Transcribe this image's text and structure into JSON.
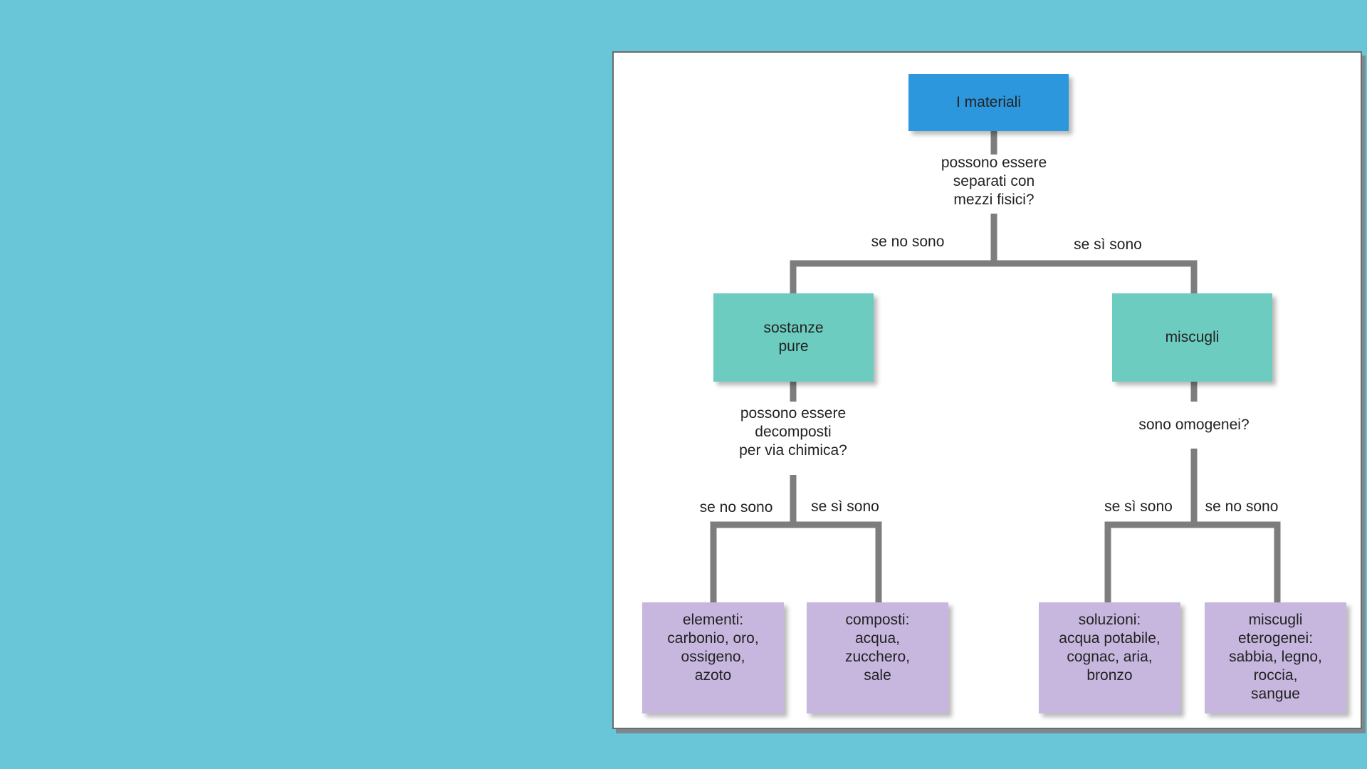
{
  "diagram": {
    "root": {
      "label": "I materiali"
    },
    "question_1": "possono essere\nseparati con\nmezzi fisici?",
    "branch_left_1": "se no sono",
    "branch_right_1": "se sì sono",
    "node_pure": {
      "label": "sostanze\npure"
    },
    "node_mix": {
      "label": "miscugli"
    },
    "question_pure": "possono essere\ndecomposti\nper via chimica?",
    "question_mix": "sono omogenei?",
    "pure_no": "se no sono",
    "pure_yes": "se sì sono",
    "mix_yes": "se sì sono",
    "mix_no": "se no sono",
    "leaf_elements": "elementi:\ncarbonio, oro,\nossigeno,\nazoto",
    "leaf_compounds": "composti:\nacqua,\nzucchero,\nsale",
    "leaf_solutions": "soluzioni:\nacqua potabile,\ncognac, aria,\nbronzo",
    "leaf_heterogeneous": "miscugli\neterogenei:\nsabbia, legno,\nroccia,\nsangue"
  },
  "colors": {
    "background": "#69c5d8",
    "root": "#2c97dc",
    "mid": "#6dccc0",
    "leaf": "#c7b7df",
    "connector": "#7d7d7d"
  }
}
